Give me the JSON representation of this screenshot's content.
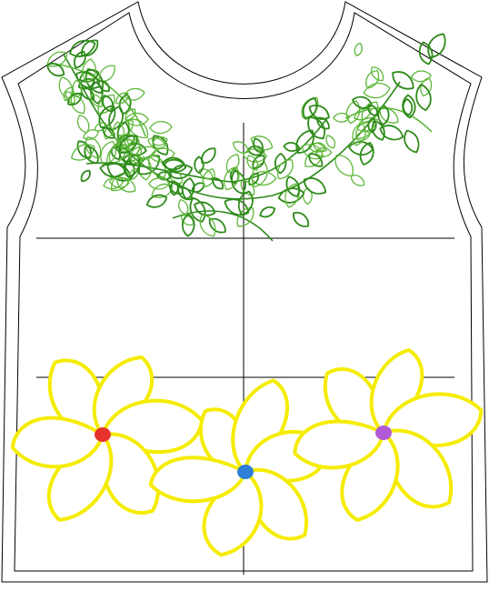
{
  "colors": {
    "background": "#ffffff",
    "outline": "#000000",
    "leaf_light": "#5fb83a",
    "leaf_dark": "#2e8b1a",
    "petal_stroke": "#f5ec00",
    "petal_fill": "#ffffff",
    "center_left": "#e8322d",
    "center_middle": "#2f7fd6",
    "center_right": "#b15ad6"
  },
  "icons": [
    "garment-template",
    "leaf-vine",
    "flower"
  ]
}
